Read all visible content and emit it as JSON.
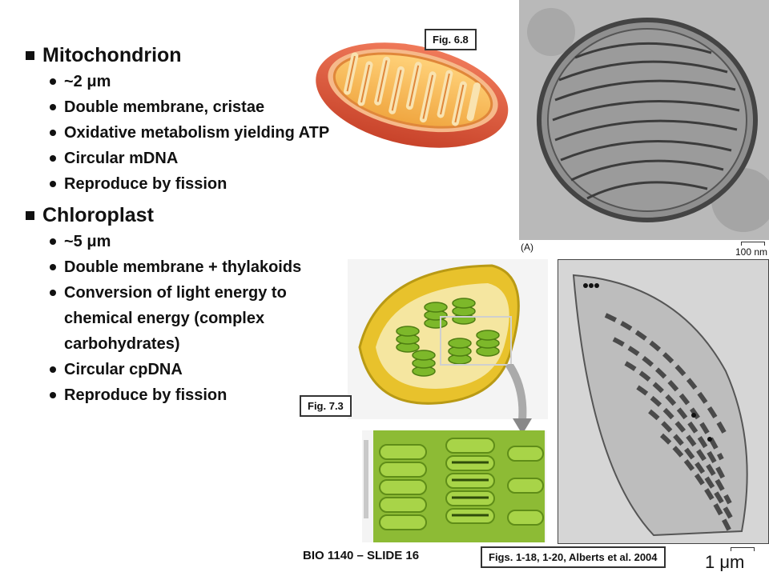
{
  "sections": [
    {
      "title": "Mitochondrion",
      "items": [
        "~2 μm",
        "Double membrane, cristae",
        "Oxidative metabolism yielding ATP",
        "Circular mDNA",
        "Reproduce by fission"
      ]
    },
    {
      "title": "Chloroplast",
      "items": [
        "~5 μm",
        "Double membrane + thylakoids",
        "Conversion of light energy to chemical energy (complex carbohydrates)",
        "Circular cpDNA",
        "Reproduce by fission"
      ]
    }
  ],
  "figures": {
    "fig_mito": "Fig. 6.8",
    "fig_chloro": "Fig. 7.3",
    "figs_alberts": "Figs. 1-18, 1-20, Alberts et al. 2004"
  },
  "micrographs": {
    "mito_panel_label": "(A)",
    "mito_scale": "100 nm",
    "chloro_scale": "1 μm"
  },
  "footer": "BIO 1140 – SLIDE 16"
}
